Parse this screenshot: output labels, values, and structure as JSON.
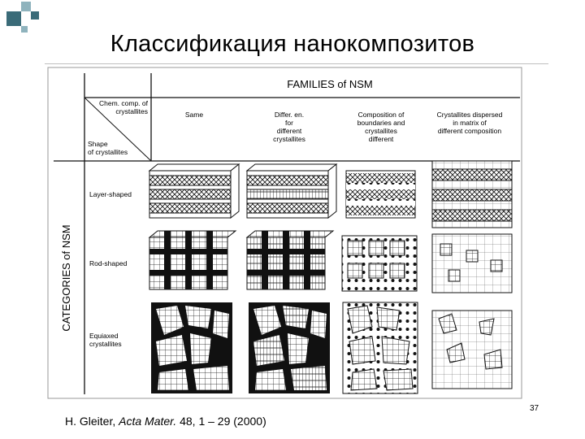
{
  "slide": {
    "title": "Классификация нанокомпозитов",
    "number": "37",
    "citation": {
      "authors": "H. Gleiter,",
      "journal": "Acta Mater.",
      "ref": "48, 1 – 29 (2000)"
    }
  },
  "colors": {
    "corner_dark": "#3a6b78",
    "corner_light": "#8fb3bd",
    "ink": "#111111",
    "title_rule": "#bfbfbf"
  },
  "figure": {
    "families_header": "FAMILIES of NSM",
    "categories_header": "CATEGORIES of NSM",
    "corner_top": [
      "Chem. comp. of",
      "crystallites"
    ],
    "corner_bottom": [
      "Shape",
      "of crystallites"
    ],
    "columns": [
      {
        "lines": [
          "Same"
        ]
      },
      {
        "lines": [
          "Differ. en.",
          "for",
          "different",
          "crystallites"
        ]
      },
      {
        "lines": [
          "Composition of",
          "boundaries and",
          "crystallites",
          "different"
        ]
      },
      {
        "lines": [
          "Crystallites dispersed",
          "in matrix of",
          "different composition"
        ]
      }
    ],
    "rows": [
      {
        "label": [
          "Layer-shaped"
        ]
      },
      {
        "label": [
          "Rod-shaped"
        ]
      },
      {
        "label": [
          "Equiaxed",
          "crystallites"
        ]
      }
    ]
  }
}
